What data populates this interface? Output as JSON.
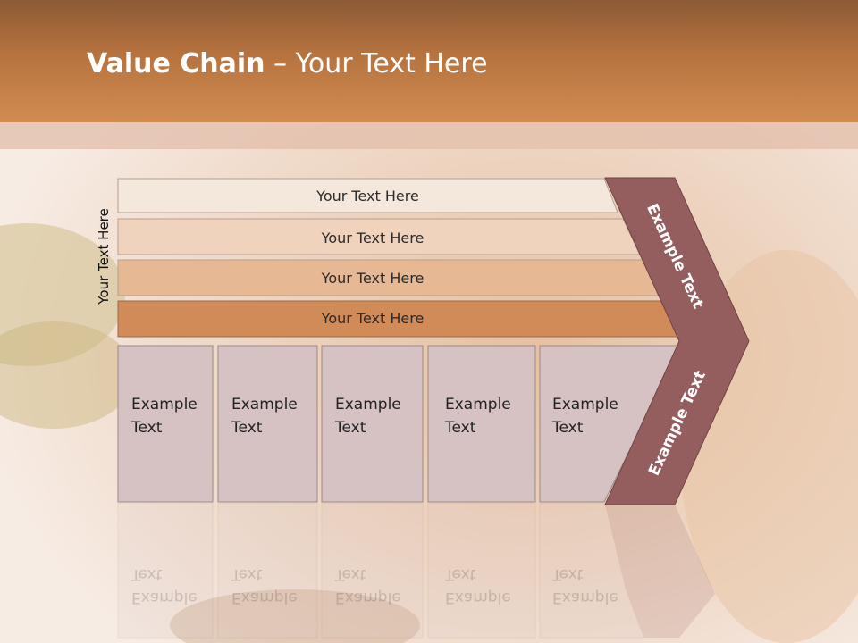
{
  "slide": {
    "title_bold": "Value Chain",
    "title_rest": " – Your Text Here",
    "side_label": "Your Text Here"
  },
  "bars": [
    {
      "label": "Your Text Here",
      "color": "#f4e8dd"
    },
    {
      "label": "Your Text Here",
      "color": "#efd3bd"
    },
    {
      "label": "Your Text Here",
      "color": "#e6b893"
    },
    {
      "label": "Your Text Here",
      "color": "#d18b58"
    }
  ],
  "boxes": [
    {
      "line1": "Example",
      "line2": "Text"
    },
    {
      "line1": "Example",
      "line2": "Text"
    },
    {
      "line1": "Example",
      "line2": "Text"
    },
    {
      "line1": "Example",
      "line2": "Text"
    },
    {
      "line1": "Example",
      "line2": "Text"
    }
  ],
  "chevron": {
    "upper_label": "Example Text",
    "lower_label": "Example Text",
    "color": "#955e5e"
  },
  "colors": {
    "header": "#b7733f",
    "box_fill": "#d6c2c3",
    "box_border": "#9a8a8a"
  }
}
